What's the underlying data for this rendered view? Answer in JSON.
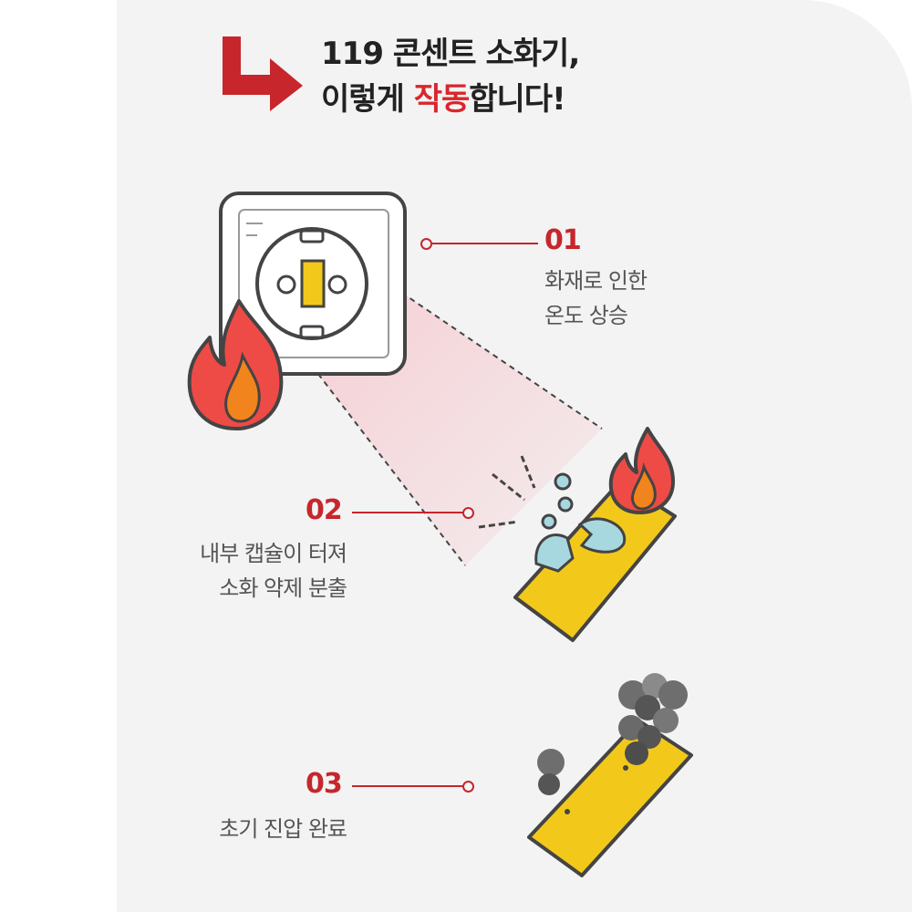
{
  "header": {
    "title_line1": "119 콘센트 소화기,",
    "title_line2_prefix": "이렇게 ",
    "title_line2_accent": "작동",
    "title_line2_suffix": "합니다!",
    "arrow_icon": "turn-right-arrow-icon"
  },
  "steps": [
    {
      "number": "01",
      "line1": "화재로 인한",
      "line2": "온도 상승"
    },
    {
      "number": "02",
      "line1": "내부 캡슐이 터져",
      "line2": "소화 약제 분출"
    },
    {
      "number": "03",
      "line1": "초기 진압 완료"
    }
  ],
  "colors": {
    "accent": "#c6262c",
    "flame": "#ee4b46",
    "flame_inner": "#f2841d",
    "capsule_yellow": "#f2c91b",
    "panel_bg": "#f3f3f3",
    "smoke": "#5a5a5a"
  }
}
